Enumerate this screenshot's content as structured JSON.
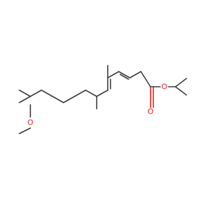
{
  "molecule": {
    "atom_labels": {
      "methoxy_oxygen": "O",
      "ester_ether_oxygen": "O",
      "carbonyl_oxygen": "O"
    },
    "colors": {
      "bond": "#3a3a3a",
      "oxygen": "#e8231f",
      "background": "#ffffff"
    }
  }
}
